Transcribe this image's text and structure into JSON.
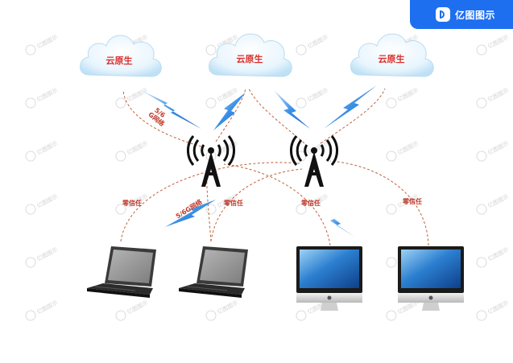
{
  "brand": {
    "name": "亿图图示",
    "logo_icon": "edraw-logo-icon",
    "color": "#1e6ff0"
  },
  "watermark": {
    "text": "亿图图示"
  },
  "clouds": [
    {
      "id": "cloud-1",
      "label": "云原生"
    },
    {
      "id": "cloud-2",
      "label": "云原生"
    },
    {
      "id": "cloud-3",
      "label": "云原生"
    }
  ],
  "edge_labels": {
    "wireless_5g_upper": "5/6\nG网络",
    "wireless_5g_lower": "5/6G网络",
    "zero_trust": [
      "零信任",
      "零信任",
      "零信任",
      "零信任"
    ]
  },
  "nodes": {
    "towers": [
      "tower-icon",
      "tower-icon"
    ],
    "laptops": [
      "laptop-icon",
      "laptop-icon"
    ],
    "monitors": [
      "imac-icon",
      "imac-icon"
    ]
  },
  "colors": {
    "label_red": "#d9302c",
    "dashed_line": "#c0623a",
    "lightning": "#3a8fe6",
    "cloud_fill": "#dff0fb"
  }
}
